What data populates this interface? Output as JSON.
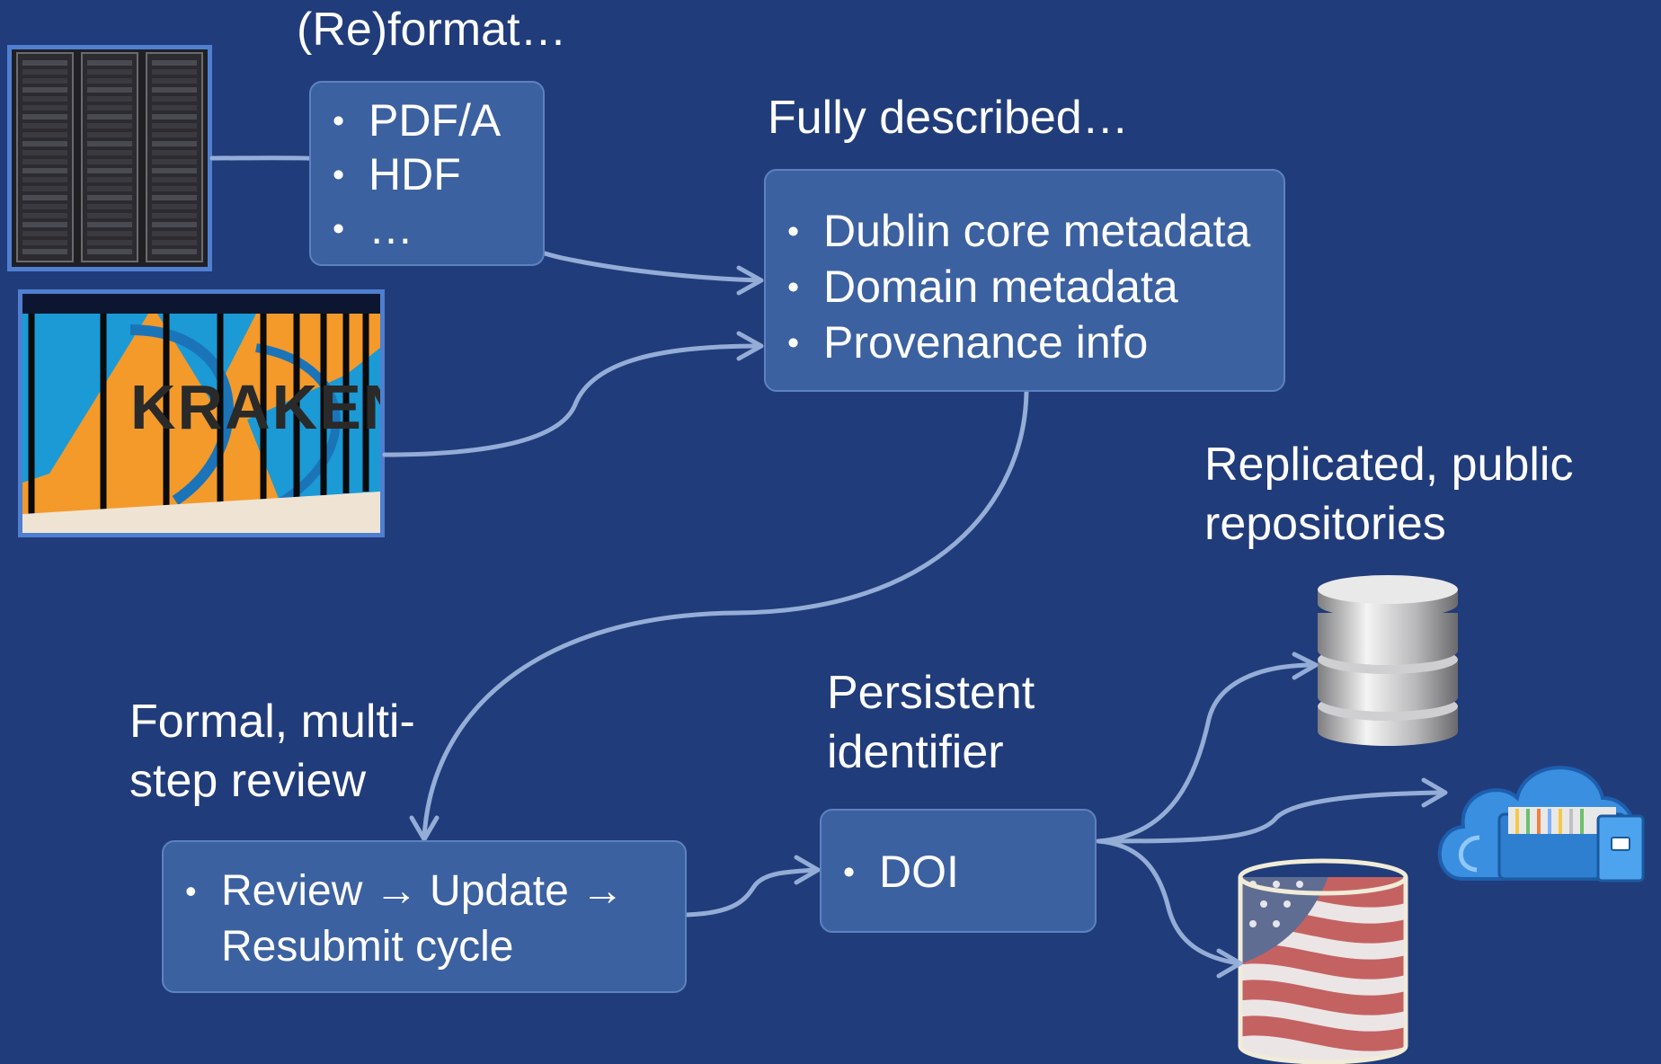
{
  "headings": {
    "reformat": "(Re)format…",
    "fully_described": "Fully described…",
    "replicated": [
      "Replicated, public",
      "repositories"
    ],
    "review": [
      "Formal, multi-",
      "step review"
    ],
    "persistent": [
      "Persistent",
      "identifier"
    ]
  },
  "boxes": {
    "format": [
      "PDF/A",
      "HDF",
      "…"
    ],
    "describe": [
      "Dublin core metadata",
      "Domain metadata",
      "Provenance info"
    ],
    "review": [
      "Review → Update → Resubmit cycle"
    ],
    "doi": [
      "DOI"
    ]
  },
  "images": {
    "kraken_text": "KRAKEN"
  },
  "colors": {
    "background": "#213c7a",
    "box_fill": "#3c61a0",
    "box_border": "#5c82bf",
    "connector": "#9bb4dc",
    "frame": "#4f7fd0"
  }
}
